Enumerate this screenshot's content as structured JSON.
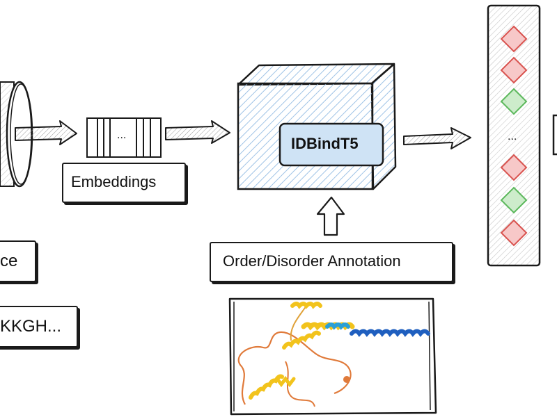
{
  "sequence_box": {
    "label": "ce"
  },
  "sequence_text": {
    "label": "KKGH..."
  },
  "embeddings": {
    "label": "Embeddings",
    "ellipsis": "..."
  },
  "model": {
    "label": "IDBindT5"
  },
  "annotation": {
    "label": "Order/Disorder Annotation"
  },
  "output": {
    "ellipsis": "...",
    "diamonds": [
      "red",
      "red",
      "green",
      "red",
      "green",
      "red"
    ]
  },
  "colors": {
    "red_fill": "#f7c8c8",
    "red_stroke": "#d9534f",
    "green_fill": "#cdeccb",
    "green_stroke": "#5cb85c",
    "model_fill": "#cfe3f5",
    "hatch": "#9fc3e6",
    "helix_yellow": "#f2c31c",
    "helix_blue": "#1f5fbf",
    "coil_orange": "#e07a3a"
  }
}
